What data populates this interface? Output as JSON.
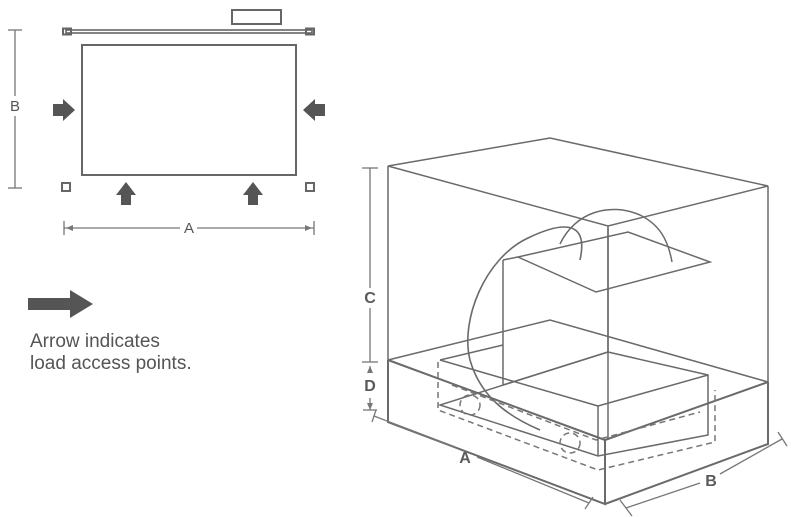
{
  "top_view": {
    "dim_a": "A",
    "dim_b": "B"
  },
  "iso_view": {
    "dim_a": "A",
    "dim_b": "B",
    "dim_c": "C",
    "dim_d": "D"
  },
  "legend": {
    "line1": "Arrow indicates",
    "line2": "load access points."
  },
  "colors": {
    "stroke": "#666666",
    "arrow": "#555555"
  }
}
